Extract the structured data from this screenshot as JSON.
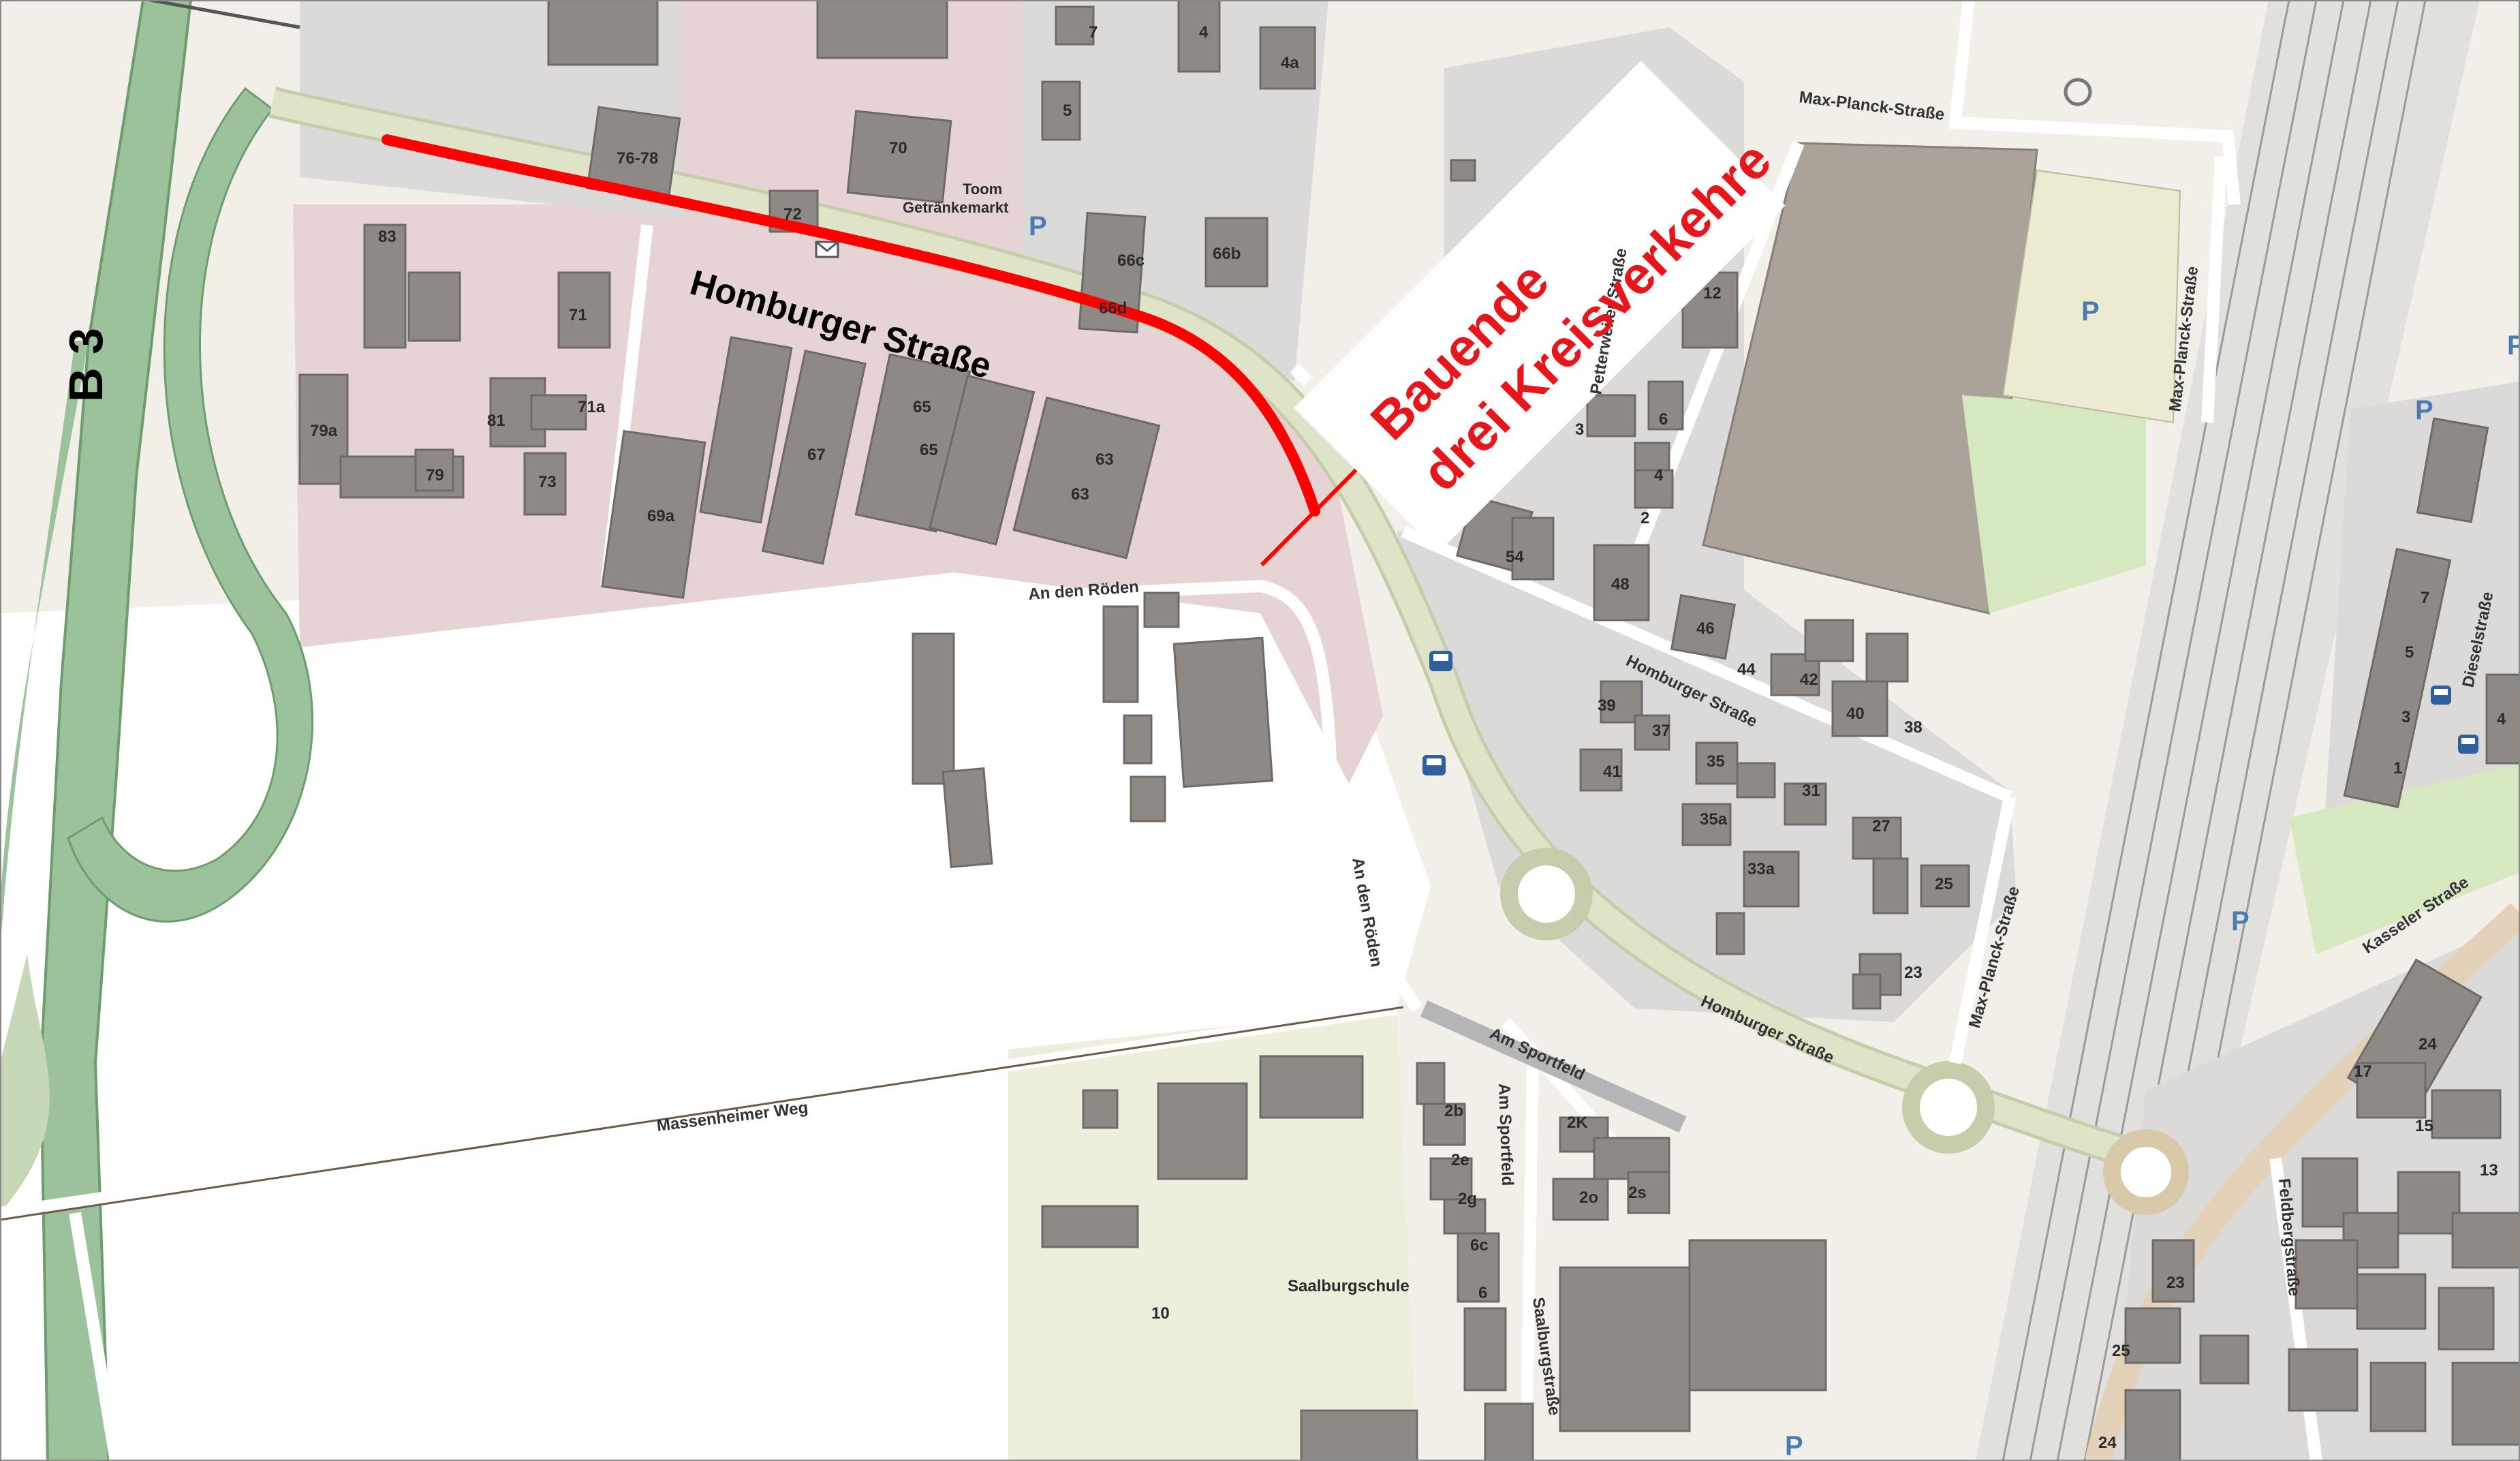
{
  "map": {
    "highway": "B 3",
    "main_street": "Homburger Straße",
    "annotation": {
      "line1": "Bauende",
      "line2": "drei Kreisverkehre"
    },
    "streets": [
      "Homburger Straße",
      "An den Röden",
      "An den Röden",
      "Massenheimer Weg",
      "Am Sportfeld",
      "Am Sportfeld",
      "Saalburgstraße",
      "Max-Planck-Straße",
      "Max-Planck-Straße",
      "Max-Planck-Straße",
      "Petterweiler Straße",
      "Homburger Straße",
      "Homburger Straße",
      "Dieselstraße",
      "Kasseler Straße",
      "Feldbergstraße"
    ],
    "pois": [
      "Toom",
      "Getränkemarkt",
      "Saalburgschule"
    ],
    "house_numbers": [
      "76-78",
      "70",
      "72",
      "7",
      "4",
      "4a",
      "5",
      "66c",
      "66b",
      "66d",
      "83",
      "71",
      "79a",
      "81",
      "71a",
      "79",
      "73",
      "69a",
      "67",
      "65",
      "65",
      "63",
      "63",
      "12",
      "6",
      "3",
      "4",
      "2",
      "48",
      "46",
      "44",
      "42",
      "40",
      "38",
      "39",
      "37",
      "35",
      "41",
      "31",
      "35a",
      "27",
      "33a",
      "25",
      "23",
      "54",
      "2b",
      "2K",
      "2e",
      "2g",
      "2o",
      "2s",
      "6c",
      "6",
      "10",
      "17",
      "15",
      "13",
      "24",
      "23",
      "25",
      "7",
      "5",
      "3",
      "1",
      "4",
      "24"
    ],
    "parking_labels": [
      "P",
      "P",
      "P",
      "P",
      "P",
      "P"
    ],
    "colors": {
      "background": "#f2efe9",
      "field": "#ffffff",
      "industrial": "#e3d0d1",
      "building": "#8f8985",
      "highway": "#8fb58f",
      "road": "#dfe4c9",
      "construction_line": "#ff0000",
      "annotation_text": "#e8161b",
      "park": "#d6e8c0",
      "rail": "#b5b5b5"
    },
    "icons": [
      "bus-stop-icon",
      "bus-stop-icon",
      "bus-stop-icon",
      "bus-stop-icon",
      "recycling-icon",
      "post-office-icon"
    ]
  }
}
